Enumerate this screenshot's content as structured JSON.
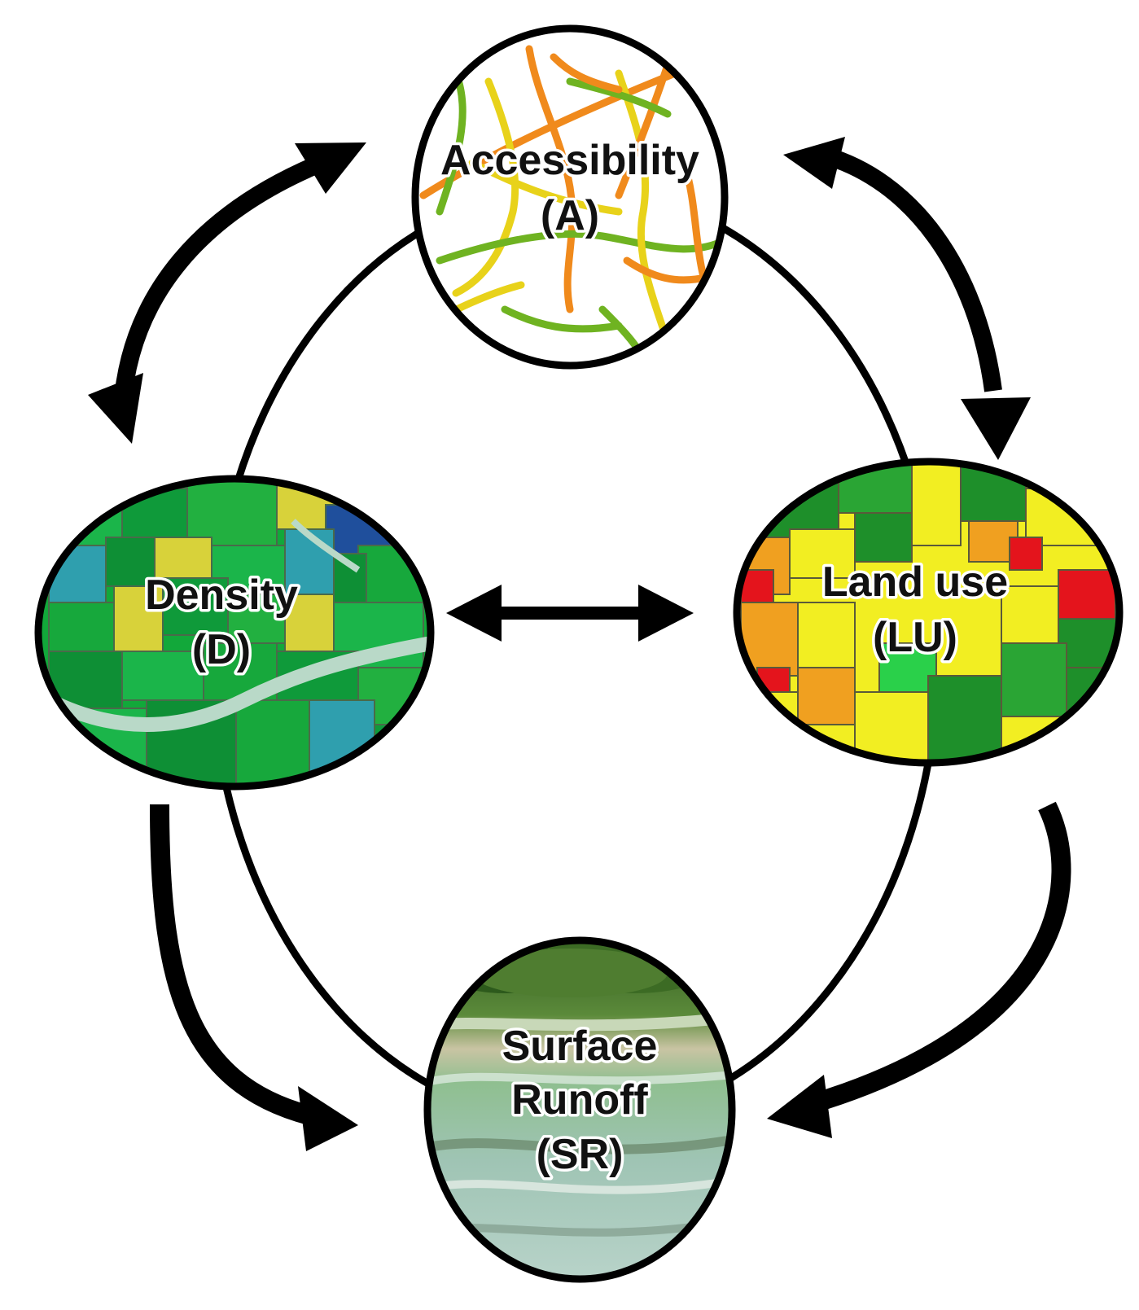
{
  "nodes": {
    "accessibility": {
      "line1": "Accessibility",
      "line2": "(A)"
    },
    "density": {
      "line1": "Density",
      "line2": "(D)"
    },
    "land_use": {
      "line1": "Land use",
      "line2": "(LU)"
    },
    "surface_runoff": {
      "line1": "Surface",
      "line2": "Runoff",
      "line3": "(SR)"
    }
  },
  "colors": {
    "outline": "#000000",
    "road_green": "#6fb321",
    "road_yellow": "#e8d21a",
    "road_orange": "#f08a1c",
    "density_green": "#12a83a",
    "density_yellow": "#d8d23a",
    "density_teal": "#2f9fae",
    "landuse_yellow": "#f2ee22",
    "landuse_orange": "#f0a020",
    "landuse_red": "#e4141c",
    "landuse_green": "#1e8f2a",
    "runoff_water": "#a9c7b8",
    "runoff_trees": "#3f6a2a"
  }
}
